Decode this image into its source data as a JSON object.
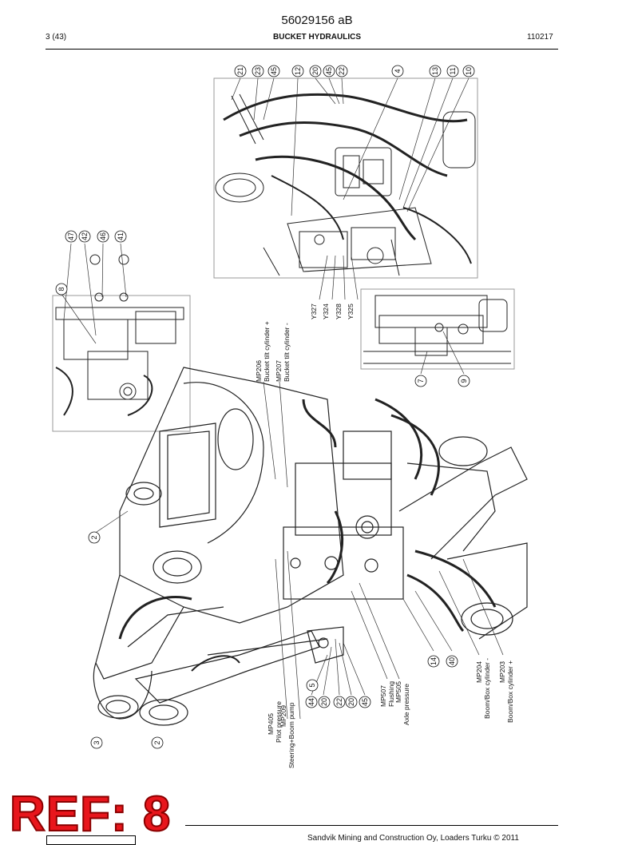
{
  "header": {
    "doc_number": "56029156 aB",
    "page_counter": "3 (43)",
    "section_title": "BUCKET HYDRAULICS",
    "date_code": "110217"
  },
  "callouts": {
    "c21": "21",
    "c23": "23",
    "c45a": "45",
    "c12": "12",
    "c20a": "20",
    "c45b": "45",
    "c22a": "22",
    "c4": "4",
    "c13": "13",
    "c11": "11",
    "c10": "10",
    "c47": "47",
    "c42": "42",
    "c46": "46",
    "c41": "41",
    "c8": "8",
    "c7": "7",
    "c9": "9",
    "c2a": "2",
    "c2b": "2",
    "c3": "3",
    "c14": "14",
    "c40": "40",
    "c44": "44",
    "c5": "5",
    "c20b": "20",
    "c22b": "22",
    "c20c": "20",
    "c45c": "45"
  },
  "solenoids": {
    "y327": "Y327",
    "y324": "Y324",
    "y328": "Y328",
    "y325": "Y325"
  },
  "measure_points": {
    "mp206_code": "MP206",
    "mp206_desc": "Bucket tilt cylinder +",
    "mp207_code": "MP207",
    "mp207_desc": "Bucket tilt cylinder -",
    "mp405_code": "MP405",
    "mp405_desc": "Pilot pressure",
    "mp209_code": "MP209",
    "mp209_desc": "Steering+Boom pump",
    "mp507_code": "MP507",
    "mp507_desc": "Flushing",
    "mp505_code": "MP505",
    "mp505_desc": "Axle pressure",
    "mp204_code": "MP204",
    "mp204_desc": "Boom/Box cylinder -",
    "mp203_code": "MP203",
    "mp203_desc": "Boom/Box cylinder +"
  },
  "stamp": {
    "text": "REF: 8",
    "color": "#e8161c"
  },
  "footer": {
    "text": "Sandvik Mining and Construction Oy, Loaders Turku © 2011"
  }
}
